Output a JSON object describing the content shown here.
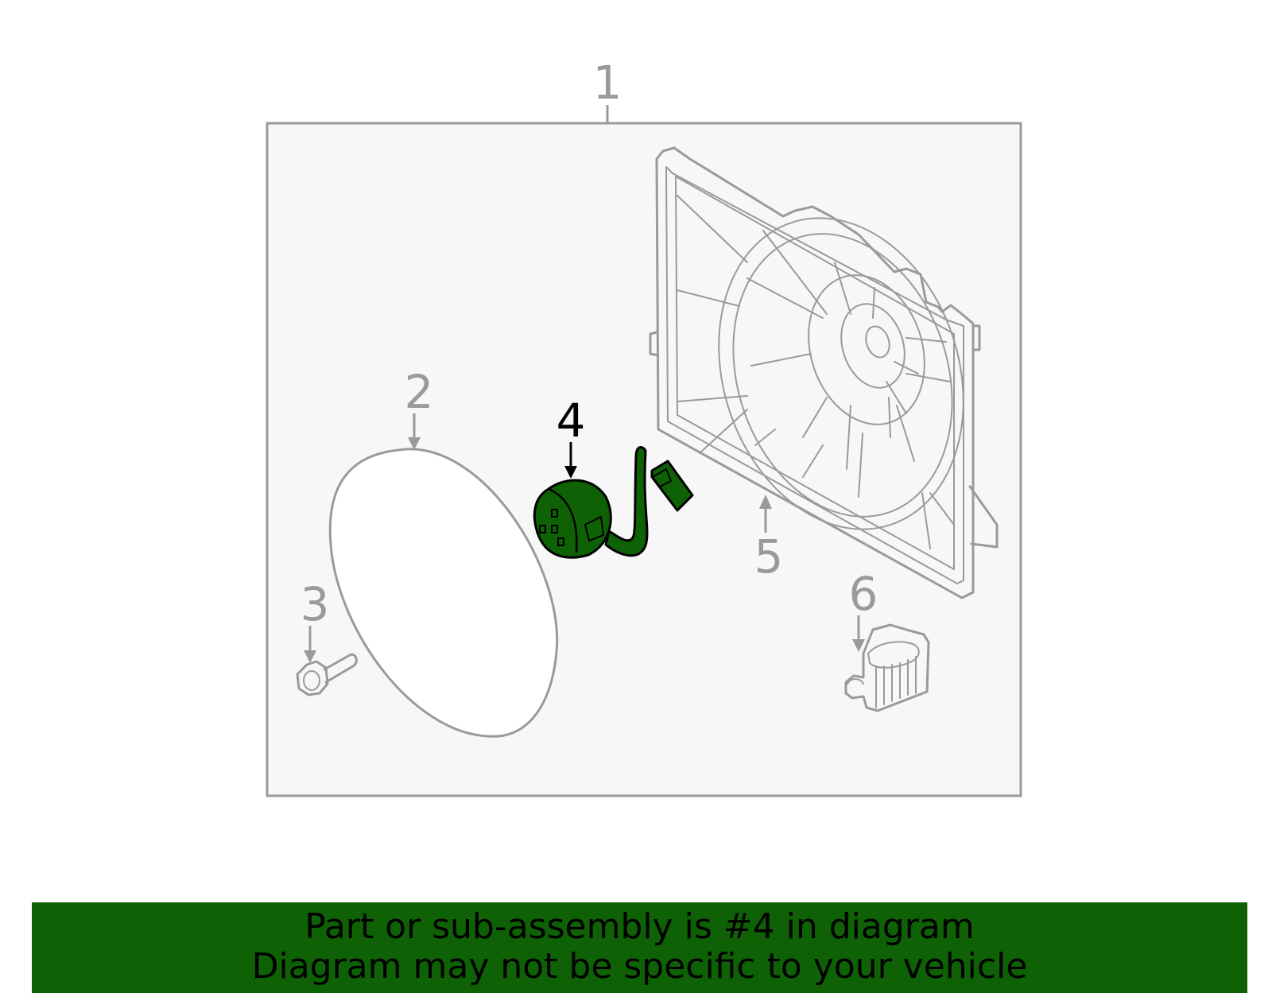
{
  "colors": {
    "highlight": "#0f6105",
    "parts_gray": "#9a9a9a",
    "panel_background": "#f7f7f7"
  },
  "callouts": {
    "assembly": "1",
    "shroud_seal": "2",
    "bolt": "3",
    "motor": "4",
    "shroud": "5",
    "resistor": "6"
  },
  "highlighted_part": "4",
  "banner": {
    "line1": "Part or sub-assembly is #4 in diagram",
    "line2": "Diagram may not be specific to your vehicle"
  }
}
